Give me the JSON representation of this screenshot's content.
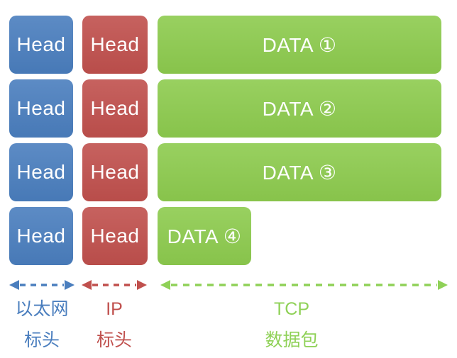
{
  "colors": {
    "ethernet_blue": "#4a7ebe",
    "ip_red": "#c0504d",
    "tcp_green": "#8dcb4e",
    "tcp_accent": "#8fd157",
    "box_text": "#ffffff",
    "background": "#ffffff"
  },
  "rows": [
    {
      "ethernet_header": "Head",
      "ip_header": "Head",
      "tcp_data": "DATA ①"
    },
    {
      "ethernet_header": "Head",
      "ip_header": "Head",
      "tcp_data": "DATA ②"
    },
    {
      "ethernet_header": "Head",
      "ip_header": "Head",
      "tcp_data": "DATA ③"
    },
    {
      "ethernet_header": "Head",
      "ip_header": "Head",
      "tcp_data": "DATA ④"
    }
  ],
  "legend": {
    "ethernet": {
      "line1": "以太网",
      "line2": "标头"
    },
    "ip": {
      "line1": "IP",
      "line2": "标头"
    },
    "tcp": {
      "line1": "TCP",
      "line2": "数据包"
    }
  }
}
